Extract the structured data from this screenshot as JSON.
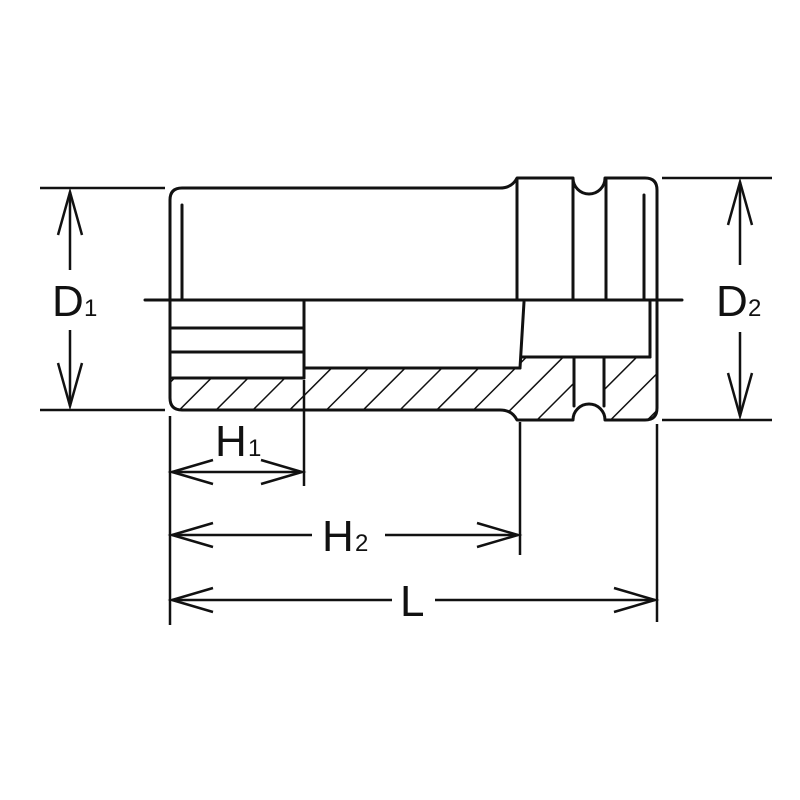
{
  "diagram": {
    "labels": {
      "d1": {
        "main": "D",
        "sub": "1"
      },
      "d2": {
        "main": "D",
        "sub": "2"
      },
      "h1": {
        "main": "H",
        "sub": "1"
      },
      "h2": {
        "main": "H",
        "sub": "2"
      },
      "l": {
        "main": "L",
        "sub": ""
      }
    },
    "line_color": "#111111",
    "background": "#ffffff"
  }
}
